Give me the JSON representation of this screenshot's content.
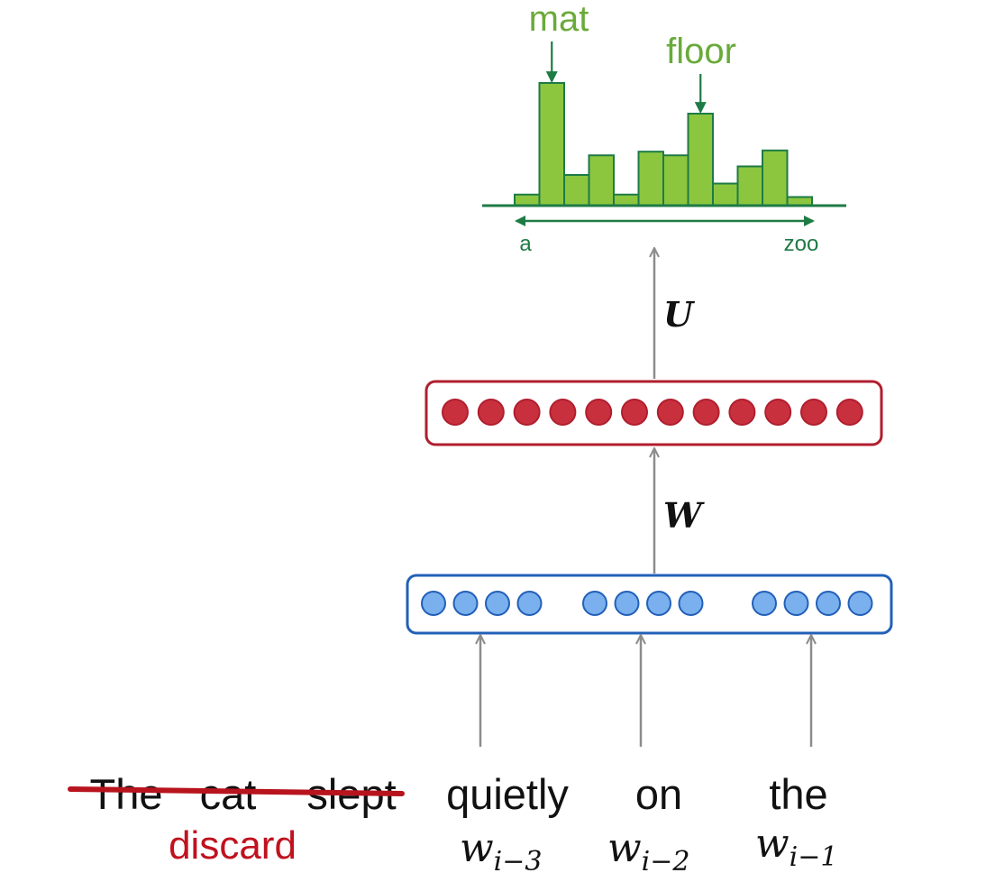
{
  "histogram": {
    "values": [
      0.09,
      1.0,
      0.25,
      0.41,
      0.09,
      0.44,
      0.41,
      0.75,
      0.18,
      0.32,
      0.45,
      0.07
    ],
    "callouts": [
      {
        "label": "mat",
        "bar_index": 1
      },
      {
        "label": "floor",
        "bar_index": 7
      }
    ],
    "axis_start": "a",
    "axis_end": "zoo"
  },
  "weights": {
    "output": "U",
    "hidden": "W"
  },
  "hidden_layer": {
    "units": 12
  },
  "input_layer": {
    "groups": 3,
    "units_per_group": 4
  },
  "context": [
    {
      "word": "quietly",
      "var": "w",
      "sub": "i−3"
    },
    {
      "word": "on",
      "var": "w",
      "sub": "i−2"
    },
    {
      "word": "the",
      "var": "w",
      "sub": "i−1"
    }
  ],
  "discarded_words": [
    "The",
    "cat",
    "slept"
  ],
  "discard_label": "discard",
  "colors": {
    "green_fill": "#8cc63f",
    "green_dark": "#1e7b45",
    "green_label": "#6aaa3a",
    "red_unit": "#c9303e",
    "red_border": "#b01e2e",
    "blue_unit": "#7ab0ee",
    "blue_border": "#2260b8",
    "arrow_gray": "#8c8c8c",
    "strike_red": "#b8141e",
    "discard_red": "#c0121e"
  }
}
